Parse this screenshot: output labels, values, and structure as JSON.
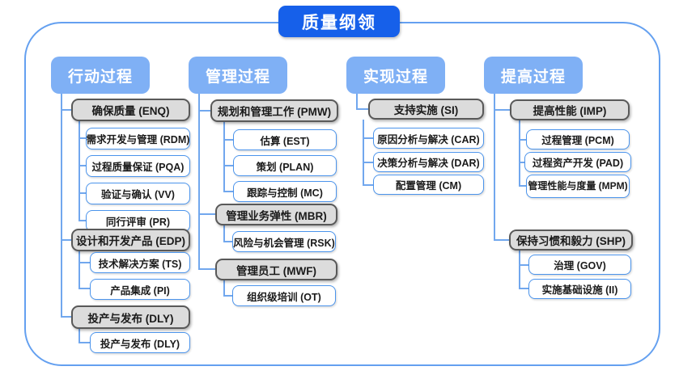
{
  "title": "质量纲领",
  "columns": [
    {
      "label": "行动过程",
      "groups": [
        {
          "label": "确保质量 (ENQ)",
          "children": [
            "需求开发与管理 (RDM)",
            "过程质量保证 (PQA)",
            "验证与确认 (VV)",
            "同行评审 (PR)"
          ]
        },
        {
          "label": "设计和开发产品 (EDP)",
          "children": [
            "技术解决方案 (TS)",
            "产品集成 (PI)"
          ]
        },
        {
          "label": "投产与发布 (DLY)",
          "children": [
            "投产与发布 (DLY)"
          ]
        }
      ]
    },
    {
      "label": "管理过程",
      "groups": [
        {
          "label": "规划和管理工作 (PMW)",
          "children": [
            "估算 (EST)",
            "策划 (PLAN)",
            "跟踪与控制 (MC)"
          ]
        },
        {
          "label": "管理业务弹性 (MBR)",
          "children": [
            "风险与机会管理 (RSK)"
          ]
        },
        {
          "label": "管理员工 (MWF)",
          "children": [
            "组织级培训 (OT)"
          ]
        }
      ]
    },
    {
      "label": "实现过程",
      "groups": [
        {
          "label": "支持实施 (SI)",
          "children": [
            "原因分析与解决 (CAR)",
            "决策分析与解决 (DAR)",
            "配置管理 (CM)"
          ]
        }
      ]
    },
    {
      "label": "提高过程",
      "groups": [
        {
          "label": "提高性能 (IMP)",
          "children": [
            "过程管理 (PCM)",
            "过程资产开发 (PAD)",
            "管理性能与度量 (MPM)"
          ]
        },
        {
          "label": "保持习惯和毅力 (SHP)",
          "children": [
            "治理 (GOV)",
            "实施基础设施 (II)"
          ]
        }
      ]
    }
  ],
  "colors": {
    "title_bg": "#1660ea",
    "header_bg": "#7fb0f5",
    "group_bg": "#dcdcdc",
    "group_border": "#595959",
    "leaf_border": "#4b94ec",
    "connector": "#71a7ee",
    "frame_border": "#64a0f0",
    "text": "#1a1a1a"
  }
}
